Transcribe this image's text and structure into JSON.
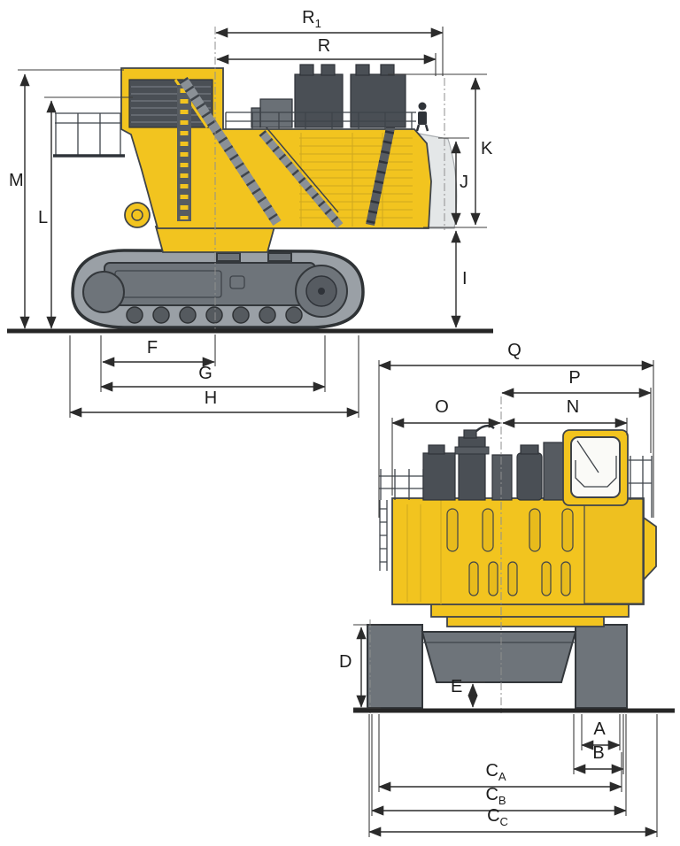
{
  "page": {
    "description": "Technical dimension diagram of a large crawler mining excavator, side view (top left) and rear view (bottom right)",
    "background": "#ffffff"
  },
  "colors": {
    "machine_yellow": "#F2C41F",
    "machinery_dark_gray": "#4A4F55",
    "undercarriage_gray": "#6E747A",
    "track_light_gray": "#9AA0A6",
    "dimension_line": "#2B2B2B",
    "ghost_outline": "#E4E7E8"
  },
  "side_view": {
    "name": "side-view",
    "labels": {
      "r1": {
        "base": "R",
        "sub": "1"
      },
      "r": {
        "base": "R"
      },
      "m": {
        "base": "M"
      },
      "l": {
        "base": "L"
      },
      "k": {
        "base": "K"
      },
      "j": {
        "base": "J"
      },
      "i": {
        "base": "I"
      },
      "f": {
        "base": "F"
      },
      "g": {
        "base": "G"
      },
      "h": {
        "base": "H"
      }
    }
  },
  "rear_view": {
    "name": "rear-view",
    "labels": {
      "q": {
        "base": "Q"
      },
      "p": {
        "base": "P"
      },
      "o": {
        "base": "O"
      },
      "n": {
        "base": "N"
      },
      "d": {
        "base": "D"
      },
      "e": {
        "base": "E"
      },
      "a": {
        "base": "A"
      },
      "b": {
        "base": "B"
      },
      "ca": {
        "base": "C",
        "sub": "A"
      },
      "cb": {
        "base": "C",
        "sub": "B"
      },
      "cc": {
        "base": "C",
        "sub": "C"
      }
    }
  }
}
